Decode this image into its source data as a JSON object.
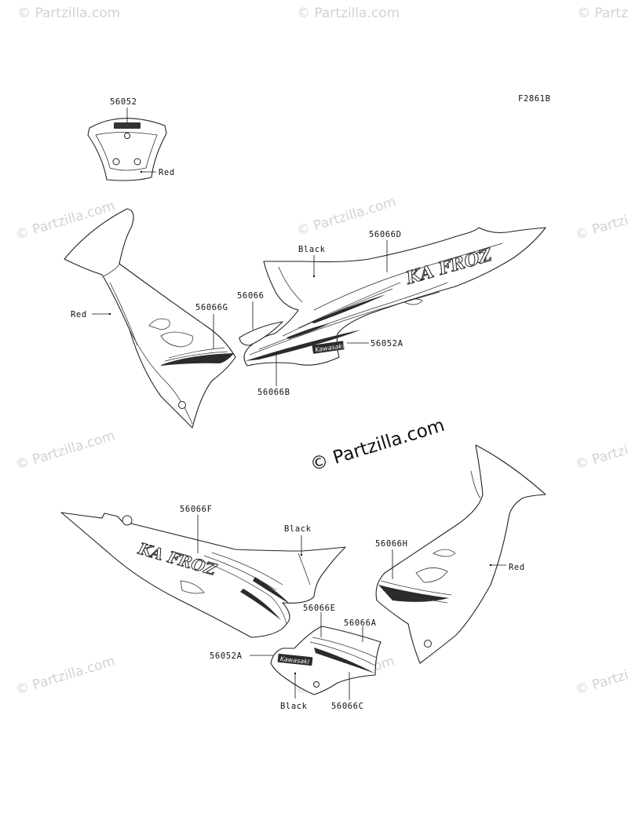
{
  "figure_code": "F2861B",
  "watermark": "© Partzilla.com",
  "center_watermark": "© Partzilla.com",
  "logo_text": "Kawasaki",
  "callouts": {
    "c56052": "56052",
    "red_top": "Red",
    "c56066D": "56066D",
    "black_right_upper": "Black",
    "red_left": "Red",
    "c56066G": "56066G",
    "c56066": "56066",
    "c56052A_upper": "56052A",
    "c56066B": "56066B",
    "c56066F": "56066F",
    "black_lower": "Black",
    "c56066H": "56066H",
    "red_right": "Red",
    "c56066E": "56066E",
    "c56066A": "56066A",
    "c56052A_lower": "56052A",
    "black_bottom": "Black",
    "c56066C": "56066C"
  }
}
